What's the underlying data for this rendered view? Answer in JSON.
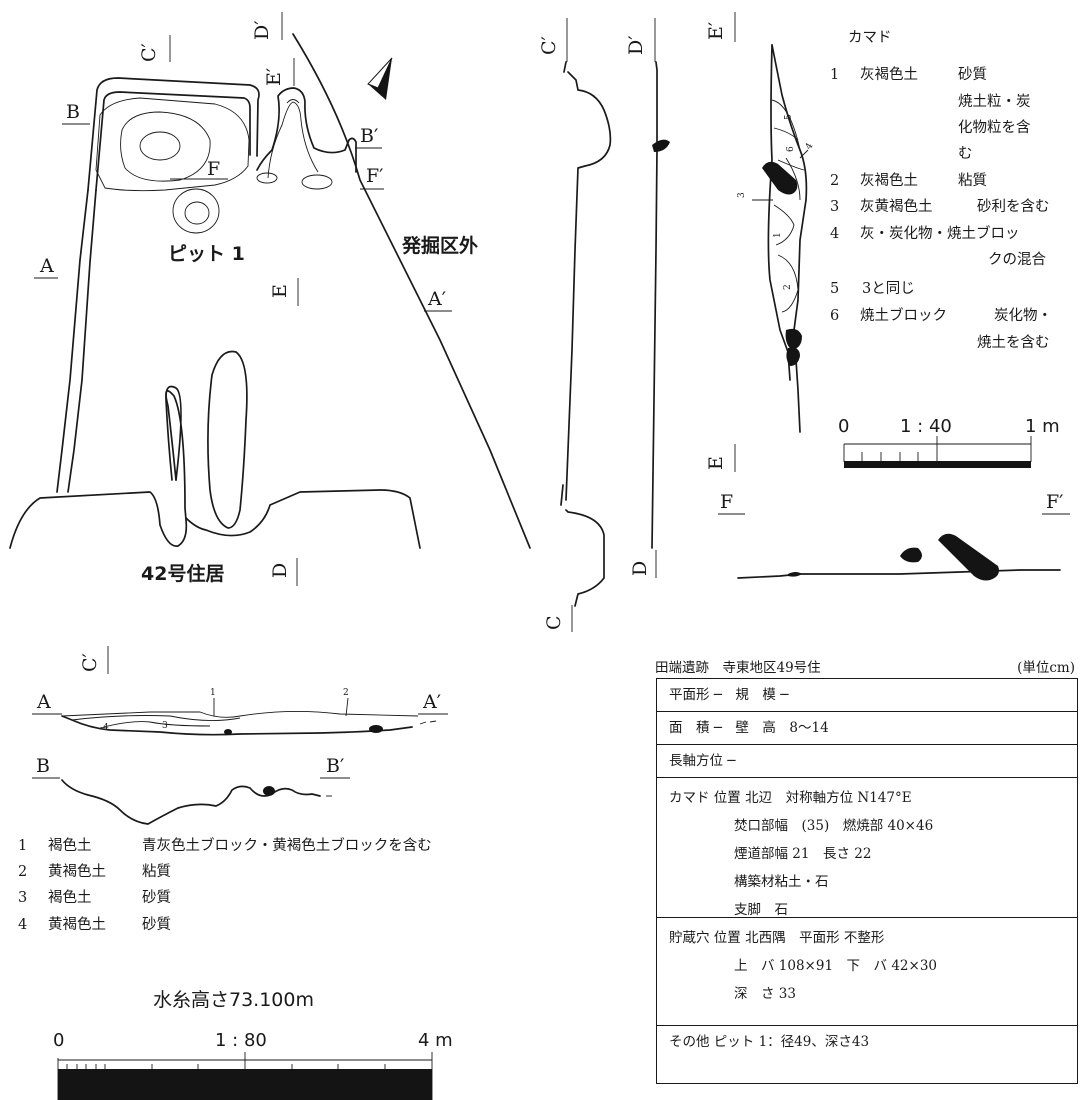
{
  "section_labels": {
    "A": "A",
    "A_prime": "A′",
    "B": "B",
    "B_prime": "B′",
    "C_prime": "C′",
    "C": "C",
    "D_prime": "D′",
    "D": "D",
    "E_prime": "E′",
    "E": "E",
    "F": "F",
    "F_prime": "F′"
  },
  "plan": {
    "pit_label": "ピット 1",
    "outside_label": "発掘区外",
    "house_label": "42号住居"
  },
  "kamado_legend": {
    "title": "カマド",
    "items": [
      {
        "no": "1",
        "soil": "灰褐色土",
        "lines": [
          "砂質",
          "焼土粒・炭",
          "化物粒を含",
          "む"
        ]
      },
      {
        "no": "2",
        "soil": "灰褐色土",
        "lines": [
          "粘質"
        ]
      },
      {
        "no": "3",
        "soil": "灰黄褐色土",
        "lines": [
          "砂利を含む"
        ]
      },
      {
        "no": "4",
        "soil": "灰・炭化物・焼土ブロッ",
        "lines": [
          "クの混合"
        ]
      },
      {
        "no": "5",
        "soil": "3と同じ",
        "lines": []
      },
      {
        "no": "6",
        "soil": "焼土ブロック",
        "lines": [
          "炭化物・",
          "焼土を含む"
        ]
      }
    ],
    "layer_numbers": [
      "1",
      "2",
      "3",
      "4",
      "5",
      "6"
    ]
  },
  "scale_kamado": {
    "left": "0",
    "mid": "1 : 40",
    "right": "1 m"
  },
  "section_layers_main": [
    "1",
    "2",
    "3",
    "4"
  ],
  "main_legend": [
    {
      "no": "1",
      "soil": "褐色土",
      "desc": "青灰色土ブロック・黄褐色土ブロックを含む"
    },
    {
      "no": "2",
      "soil": "黄褐色土",
      "desc": "粘質"
    },
    {
      "no": "3",
      "soil": "褐色土",
      "desc": "砂質"
    },
    {
      "no": "4",
      "soil": "黄褐色土",
      "desc": "砂質"
    }
  ],
  "scale_main": {
    "title": "水糸高さ73.100m",
    "left": "0",
    "mid": "1 : 80",
    "right": "4 m"
  },
  "table": {
    "title": "田端遺跡　寺東地区49号住",
    "unit": "(単位cm)",
    "row_plan": "平面形 ─　規　模 ─",
    "row_area": "面　積 ─　壁　高　8～14",
    "row_axis": "長軸方位 ─",
    "kamado_head": "カマド",
    "kamado_lines": [
      "位置 北辺　対称軸方位 N147°E",
      "焚口部幅　(35)　燃焼部 40×46",
      "煙道部幅 21　長さ 22",
      "構築材粘土・石",
      "支脚　石"
    ],
    "storage_head": "貯蔵穴",
    "storage_lines": [
      "位置 北西隅　平面形 不整形",
      "上　バ 108×91　下　バ 42×30",
      "深　さ 33"
    ],
    "other_head": "その他",
    "other_text": "ピット 1：径49、深さ43"
  }
}
